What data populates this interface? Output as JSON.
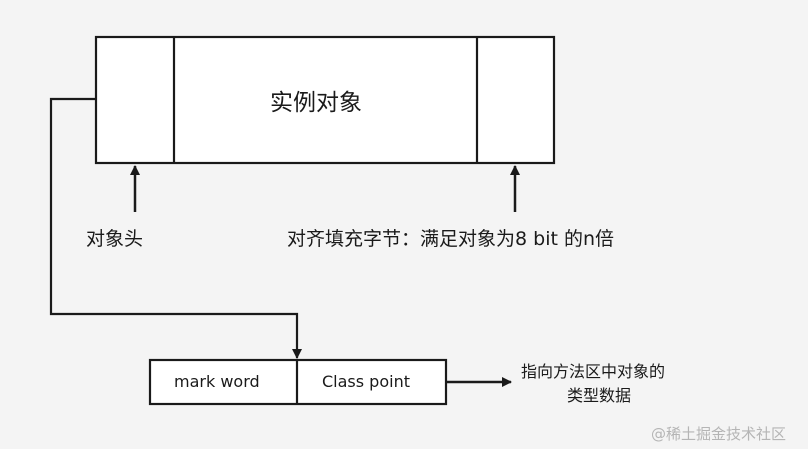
{
  "diagram": {
    "object_title": "实例对象",
    "header_label": "对象头",
    "padding_label": "对齐填充字节：满足对象为8 bit 的n倍",
    "mark_word": "mark word",
    "class_point": "Class point",
    "class_point_desc_line1": "指向方法区中对象的",
    "class_point_desc_line2": "类型数据"
  },
  "watermark": "@稀土掘金技术社区"
}
